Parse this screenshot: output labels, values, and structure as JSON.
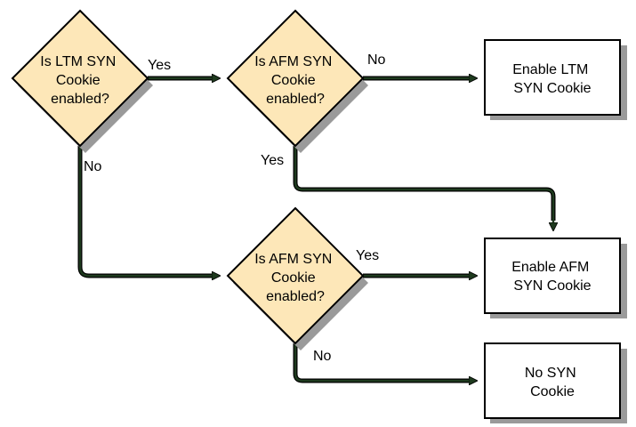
{
  "nodes": {
    "ltm_check": {
      "lines": [
        "Is LTM SYN",
        "Cookie",
        "enabled?"
      ]
    },
    "afm_check_top": {
      "lines": [
        "Is AFM SYN",
        "Cookie",
        "enabled?"
      ]
    },
    "afm_check_bottom": {
      "lines": [
        "Is AFM SYN",
        "Cookie",
        "enabled?"
      ]
    },
    "enable_ltm": {
      "lines": [
        "Enable LTM",
        "SYN Cookie"
      ]
    },
    "enable_afm": {
      "lines": [
        "Enable AFM",
        "SYN Cookie"
      ]
    },
    "no_syn": {
      "lines": [
        "No SYN",
        "Cookie"
      ]
    }
  },
  "edges": {
    "ltm_yes": "Yes",
    "ltm_no": "No",
    "afm_top_no": "No",
    "afm_top_yes": "Yes",
    "afm_bottom_yes": "Yes",
    "afm_bottom_no": "No"
  },
  "colors": {
    "decision_fill": "#fde7b8",
    "edge_line": "#1e3a1e"
  }
}
